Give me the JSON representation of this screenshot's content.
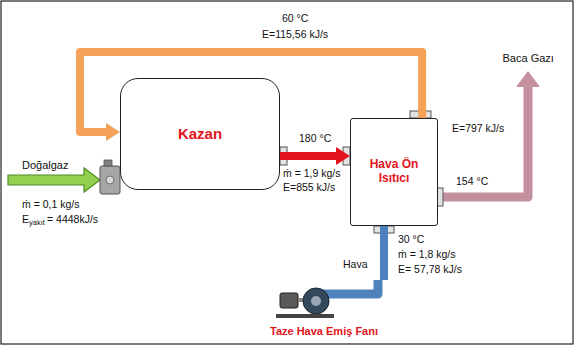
{
  "diagram": {
    "nodes": [
      {
        "text": [
          "Kazan"
        ]
      },
      {
        "text": [
          "Hava Ön Isıtıcı"
        ]
      },
      {
        "text": [
          "Taze Hava Emiş Fanı"
        ]
      }
    ],
    "edges": [
      {
        "from": 0,
        "to": 1,
        "arrow": "to",
        "label": "180 °C"
      },
      {
        "from": 1,
        "to": 0,
        "arrow": "to",
        "label": "60 °C"
      },
      {
        "from": 2,
        "to": 1,
        "arrow": "none",
        "label": "30 °C"
      }
    ],
    "labels": [
      "E=115,56 kJ/s",
      "ṁ = 1,9 kg/s",
      "E=855 kJ/s",
      "Doğalgaz",
      "ṁ = 0,1 kg/s",
      "E",
      "yakıt",
      "= 4448kJ/s",
      "Baca Gazı",
      "E=797 kJ/s",
      "154 °C",
      "Hava",
      "ṁ = 1,8 kg/s",
      "E= 57,78 kJ/s"
    ]
  }
}
